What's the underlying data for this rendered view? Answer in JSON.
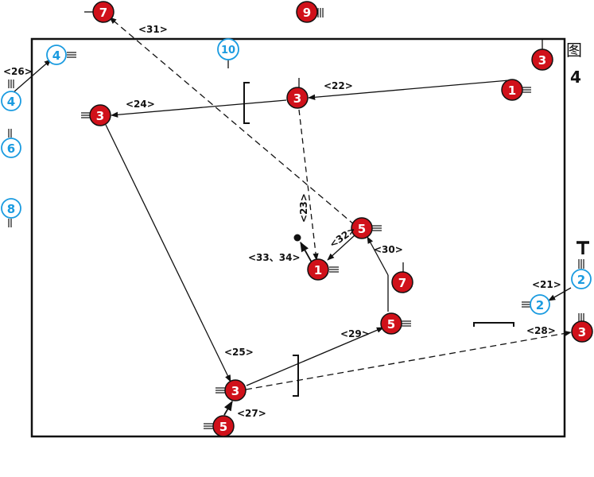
{
  "figure": {
    "char": "图",
    "number": "4"
  },
  "colors": {
    "red_fill": "#d0111a",
    "blue_stroke": "#1a9be0",
    "line": "#111111"
  },
  "players": {
    "r7_top": "7",
    "r9_top": "9",
    "r3_tr": "3",
    "r1_tr": "1",
    "r3_mid": "3",
    "r3_left": "3",
    "r5_center": "5",
    "r1_center": "1",
    "r7_right": "7",
    "r5_right": "5",
    "r3_right": "3",
    "r3_bottom": "3",
    "r5_bottom": "5",
    "b4_outside": "4",
    "b4_inside": "4",
    "b10": "10",
    "b6": "6",
    "b8": "8",
    "b2_outside": "2",
    "b2_inside": "2"
  },
  "labels": {
    "l21": "<21>",
    "l22": "<22>",
    "l23": "<23>",
    "l24": "<24>",
    "l25": "<25>",
    "l26": "<26>",
    "l27": "<27>",
    "l28": "<28>",
    "l29": "<29>",
    "l30": "<30>",
    "l31": "<31>",
    "l32": "<32>",
    "l3334": "<33、34>"
  }
}
